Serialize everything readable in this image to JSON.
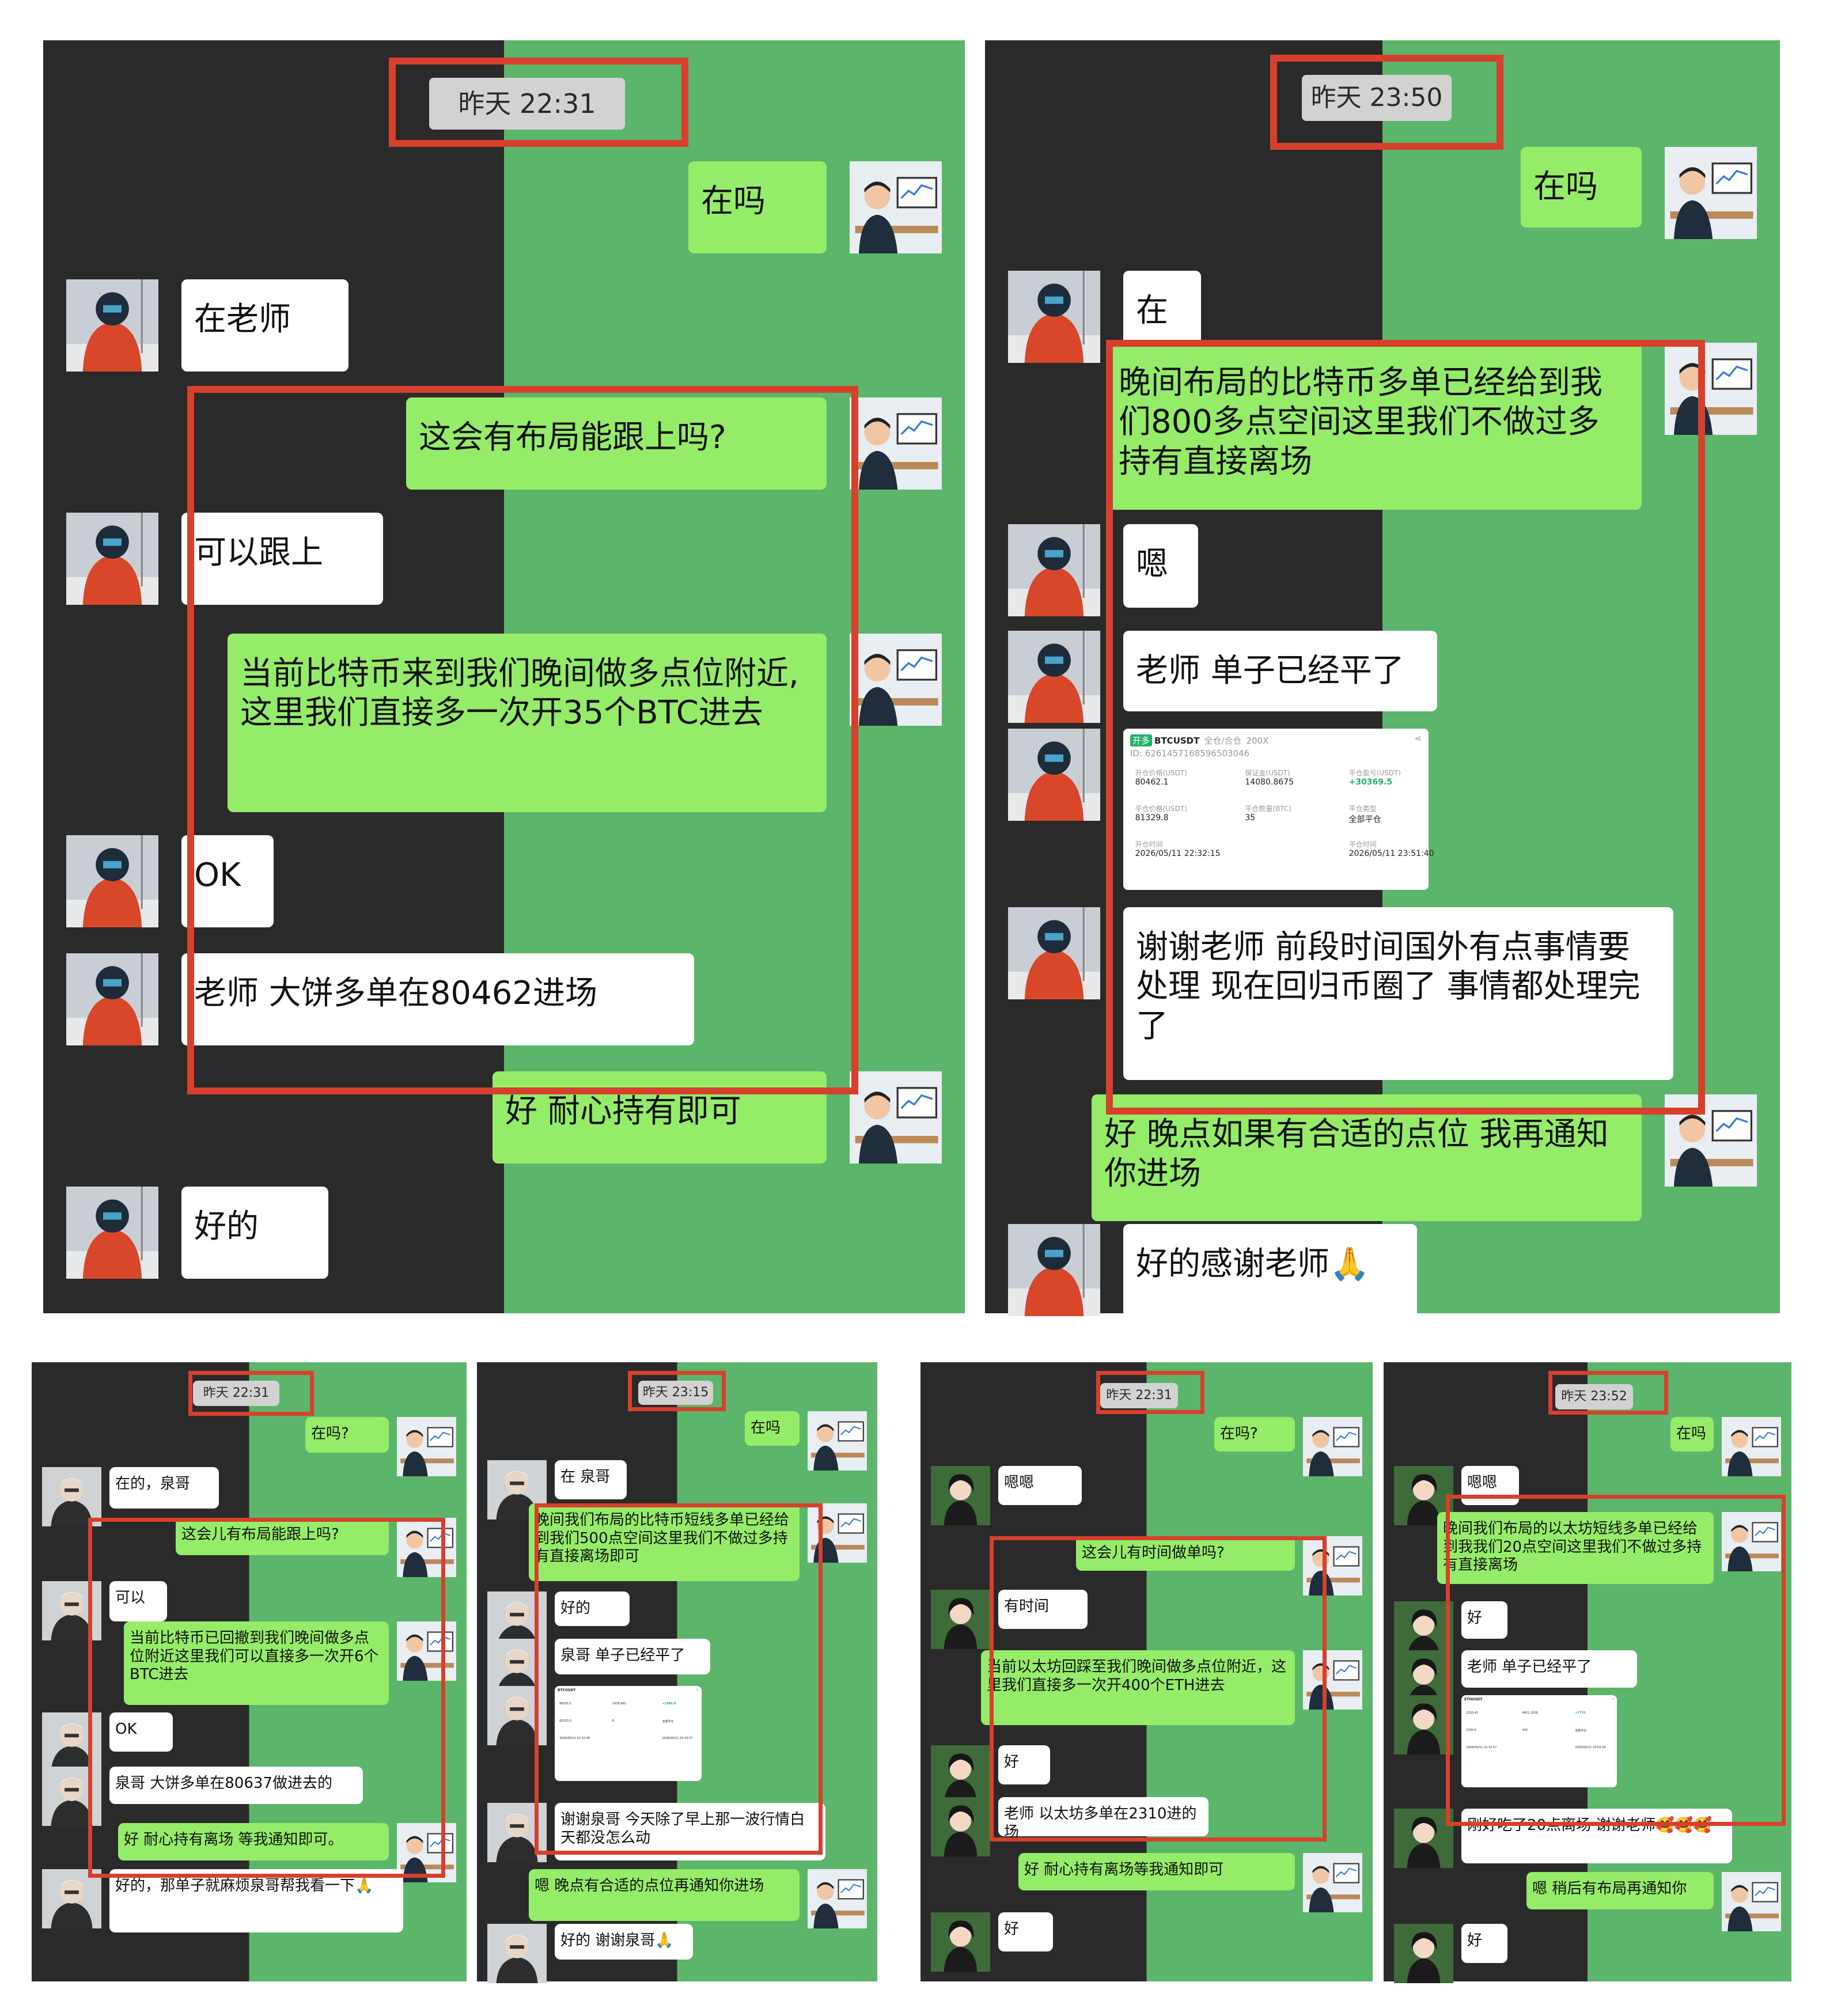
{
  "colors": {
    "left_bg": "#2a2a2a",
    "right_bg": "#5bb56a",
    "bubble_green": "#95ec69",
    "bubble_white": "#ffffff",
    "highlight_red": "#d7402c",
    "timestamp_bg": "#d2d2d2",
    "profit_green": "#23b26d"
  },
  "panels": [
    {
      "timestamp": "昨天 22:31",
      "messages": [
        {
          "side": "right",
          "avatar": "teacher-avatar",
          "text": "在吗"
        },
        {
          "side": "left",
          "avatar": "orange-hoodie-avatar",
          "text": "在老师"
        },
        {
          "side": "right",
          "avatar": "teacher-avatar",
          "text": "这会有布局能跟上吗?"
        },
        {
          "side": "left",
          "avatar": "orange-hoodie-avatar",
          "text": "可以跟上"
        },
        {
          "side": "right",
          "avatar": "teacher-avatar",
          "text": "当前比特币来到我们晚间做多点位附近,这里我们直接多一次开35个BTC进去"
        },
        {
          "side": "left",
          "avatar": "orange-hoodie-avatar",
          "text": "OK"
        },
        {
          "side": "left",
          "avatar": "orange-hoodie-avatar",
          "text": "老师 大饼多单在80462进场"
        },
        {
          "side": "right",
          "avatar": "teacher-avatar",
          "text": "好 耐心持有即可"
        },
        {
          "side": "left",
          "avatar": "orange-hoodie-avatar",
          "text": "好的"
        }
      ]
    },
    {
      "timestamp": "昨天 23:50",
      "messages": [
        {
          "side": "right",
          "avatar": "teacher-avatar",
          "text": "在吗"
        },
        {
          "side": "left",
          "avatar": "orange-hoodie-avatar",
          "text": "在"
        },
        {
          "side": "right",
          "avatar": "teacher-avatar",
          "text": "晚间布局的比特币多单已经给到我们800多点空间这里我们不做过多持有直接离场"
        },
        {
          "side": "left",
          "avatar": "orange-hoodie-avatar",
          "text": "嗯"
        },
        {
          "side": "left",
          "avatar": "orange-hoodie-avatar",
          "text": "老师 单子已经平了"
        },
        {
          "side": "left",
          "avatar": "orange-hoodie-avatar",
          "card": {
            "tag": "开多",
            "symbol": "BTCUSDT",
            "mode": "全仓/合仓",
            "leverage": "200X",
            "id": "ID: 6261457168596503046",
            "labels": [
              "开仓价格(USDT)",
              "保证金(USDT)",
              "平仓盈亏(USDT)",
              "平仓价格(USDT)",
              "平仓数量(BTC)",
              "平仓类型",
              "开仓时间",
              "平仓时间"
            ],
            "values": [
              "80462.1",
              "14080.8675",
              "+30369.5",
              "81329.8",
              "35",
              "全部平仓",
              "2026/05/11 22:32:15",
              "2026/05/11 23:51:40"
            ]
          }
        },
        {
          "side": "left",
          "avatar": "orange-hoodie-avatar",
          "text": "谢谢老师 前段时间国外有点事情要处理 现在回归币圈了 事情都处理完了"
        },
        {
          "side": "right",
          "avatar": "teacher-avatar",
          "text": "好 晚点如果有合适的点位 我再通知你进场"
        },
        {
          "side": "left",
          "avatar": "orange-hoodie-avatar",
          "text": "好的感谢老师🙏"
        }
      ]
    },
    {
      "timestamp": "昨天 22:31",
      "messages": [
        {
          "side": "right",
          "avatar": "teacher-avatar",
          "text": "在吗?"
        },
        {
          "side": "left",
          "avatar": "elder-avatar",
          "text": "在的，泉哥"
        },
        {
          "side": "right",
          "avatar": "teacher-avatar",
          "text": "这会儿有布局能跟上吗?"
        },
        {
          "side": "left",
          "avatar": "elder-avatar",
          "text": "可以"
        },
        {
          "side": "right",
          "avatar": "teacher-avatar",
          "text": "当前比特币已回撤到我们晚间做多点位附近这里我们可以直接多一次开6个BTC进去"
        },
        {
          "side": "left",
          "avatar": "elder-avatar",
          "text": "OK"
        },
        {
          "side": "left",
          "avatar": "elder-avatar",
          "text": "泉哥 大饼多单在80637做进去的"
        },
        {
          "side": "right",
          "avatar": "teacher-avatar",
          "text": "好 耐心持有离场 等我通知即可。"
        },
        {
          "side": "left",
          "avatar": "elder-avatar",
          "text": "好的，那单子就麻烦泉哥帮我看一下🙏"
        }
      ]
    },
    {
      "timestamp": "昨天 23:15",
      "messages": [
        {
          "side": "right",
          "avatar": "teacher-avatar",
          "text": "在吗"
        },
        {
          "side": "left",
          "avatar": "elder-avatar",
          "text": "在 泉哥"
        },
        {
          "side": "right",
          "avatar": "teacher-avatar",
          "text": "晚间我们布局的比特币短线多单已经给到我们500点空间这里我们不做过多持有直接离场即可"
        },
        {
          "side": "left",
          "avatar": "elder-avatar",
          "text": "好的"
        },
        {
          "side": "left",
          "avatar": "elder-avatar",
          "text": "泉哥 单子已经平了"
        },
        {
          "side": "left",
          "avatar": "elder-avatar",
          "card": {
            "symbol": "BTCUSDT",
            "values": [
              "80535.5",
              "2476.665",
              "+1989.8",
              "81033.5",
              "6",
              "全部平仓",
              "2026/05/11 22:32:48",
              "2026/05/11 23:16:57"
            ]
          }
        },
        {
          "side": "left",
          "avatar": "elder-avatar",
          "text": "谢谢泉哥 今天除了早上那一波行情白天都没怎么动"
        },
        {
          "side": "right",
          "avatar": "teacher-avatar",
          "text": "嗯 晚点有合适的点位再通知你进场"
        },
        {
          "side": "left",
          "avatar": "elder-avatar",
          "text": "好的 谢谢泉哥🙏"
        }
      ]
    },
    {
      "timestamp": "昨天 22:31",
      "messages": [
        {
          "side": "right",
          "avatar": "teacher-avatar",
          "text": "在吗?"
        },
        {
          "side": "left",
          "avatar": "woman-avatar",
          "text": "嗯嗯"
        },
        {
          "side": "right",
          "avatar": "teacher-avatar",
          "text": "这会儿有时间做单吗?"
        },
        {
          "side": "left",
          "avatar": "woman-avatar",
          "text": "有时间"
        },
        {
          "side": "right",
          "avatar": "teacher-avatar",
          "text": "当前以太坊回踩至我们晚间做多点位附近，这里我们直接多一次开400个ETH进去"
        },
        {
          "side": "left",
          "avatar": "woman-avatar",
          "text": "好"
        },
        {
          "side": "left",
          "avatar": "woman-avatar",
          "text": "老师 以太坊多单在2310进的场"
        },
        {
          "side": "right",
          "avatar": "teacher-avatar",
          "text": "好 耐心持有离场等我通知即可"
        },
        {
          "side": "left",
          "avatar": "woman-avatar",
          "text": "好"
        }
      ]
    },
    {
      "timestamp": "昨天 23:52",
      "messages": [
        {
          "side": "right",
          "avatar": "teacher-avatar",
          "text": "在吗"
        },
        {
          "side": "left",
          "avatar": "woman-avatar",
          "text": "嗯嗯"
        },
        {
          "side": "right",
          "avatar": "teacher-avatar",
          "text": "晚间我们布局的以太坊短线多单已经给到我我们20点空间这里我们不做过多持有直接离场"
        },
        {
          "side": "left",
          "avatar": "woman-avatar",
          "text": "好"
        },
        {
          "side": "left",
          "avatar": "woman-avatar",
          "text": "老师 单子已经平了"
        },
        {
          "side": "left",
          "avatar": "woman-avatar",
          "card": {
            "symbol": "ETHUSDT",
            "values": [
              "2310.41",
              "4621.2208",
              "+7770",
              "2330.6",
              "400",
              "全部平仓",
              "2026/05/11 22:32:57",
              "2026/05/11 23:53:18"
            ]
          }
        },
        {
          "side": "left",
          "avatar": "woman-avatar",
          "text": "刚好吃了20点离场 谢谢老师🥰🥰🥰"
        },
        {
          "side": "right",
          "avatar": "teacher-avatar",
          "text": "嗯 稍后有布局再通知你"
        },
        {
          "side": "left",
          "avatar": "woman-avatar",
          "text": "好"
        }
      ]
    }
  ]
}
